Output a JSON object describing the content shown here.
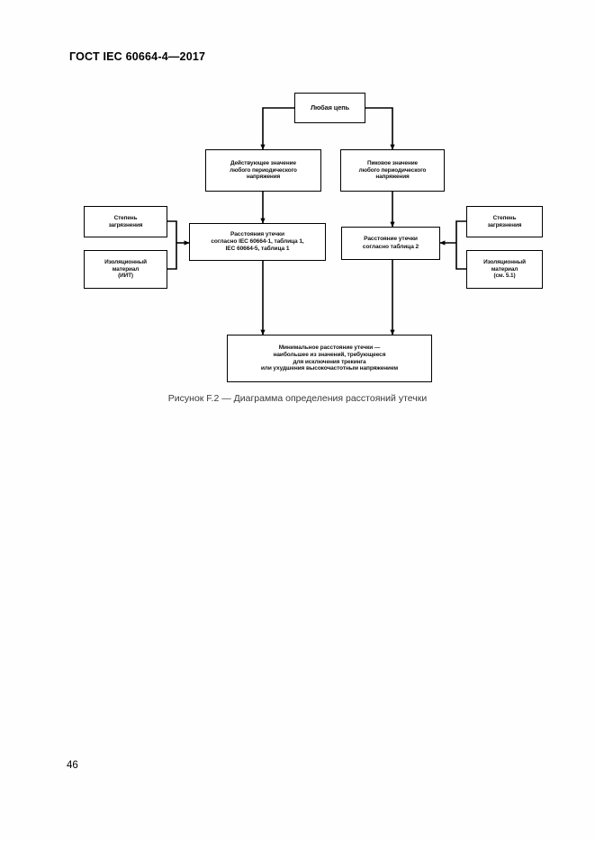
{
  "document": {
    "header": "ГОСТ IEC 60664-4—2017",
    "page_number": "46",
    "figure_caption": "Рисунок F.2 — Диаграмма определения расстояний утечки"
  },
  "diagram": {
    "title": "Диаграмма определения расстояний утечки",
    "nodes": {
      "any_circuit": "Любая цепь",
      "rms_voltage": "Действующее значение\nлюбого периодического\nнапряжения",
      "peak_voltage": "Пиковое значение\nлюбого периодического\nнапряжения",
      "pollution_degree_left": "Степень\nзагрязнения",
      "insulating_material_left": "Изоляционный\nматериал\n(ИИТ)",
      "pollution_degree_right": "Степень\nзагрязнения",
      "insulating_material_right": "Изоляционный\nматериал\n(см. 5.1)",
      "creepage_iec": "Расстояния утечки\nсогласно IEC 60664-1, таблица 1,\nIEC 60664-5, таблица 1",
      "creepage_table2": "Расстояние утечки\nсогласно таблица 2",
      "result": "Минимальное расстояние утечки —\nнаибольшее из значений, требующееся\nдля исключения трекинга\nили ухудшения высокочастотным напряжением"
    }
  }
}
